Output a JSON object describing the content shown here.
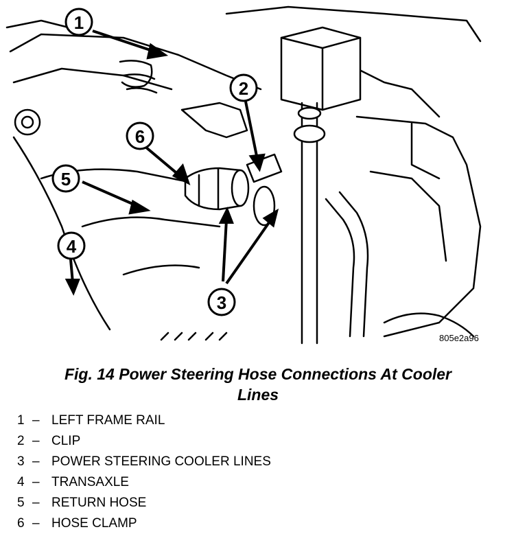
{
  "figure": {
    "code": "805e2a96",
    "callouts": [
      "1",
      "2",
      "3",
      "4",
      "5",
      "6"
    ]
  },
  "caption": {
    "line1": "Fig. 14 Power Steering Hose Connections At Cooler",
    "line2": "Lines"
  },
  "legend": [
    {
      "num": "1",
      "dash": "–",
      "label": "LEFT FRAME RAIL"
    },
    {
      "num": "2",
      "dash": "–",
      "label": "CLIP"
    },
    {
      "num": "3",
      "dash": "–",
      "label": "POWER STEERING COOLER LINES"
    },
    {
      "num": "4",
      "dash": "–",
      "label": "TRANSAXLE"
    },
    {
      "num": "5",
      "dash": "–",
      "label": "RETURN HOSE"
    },
    {
      "num": "6",
      "dash": "–",
      "label": "HOSE CLAMP"
    }
  ]
}
